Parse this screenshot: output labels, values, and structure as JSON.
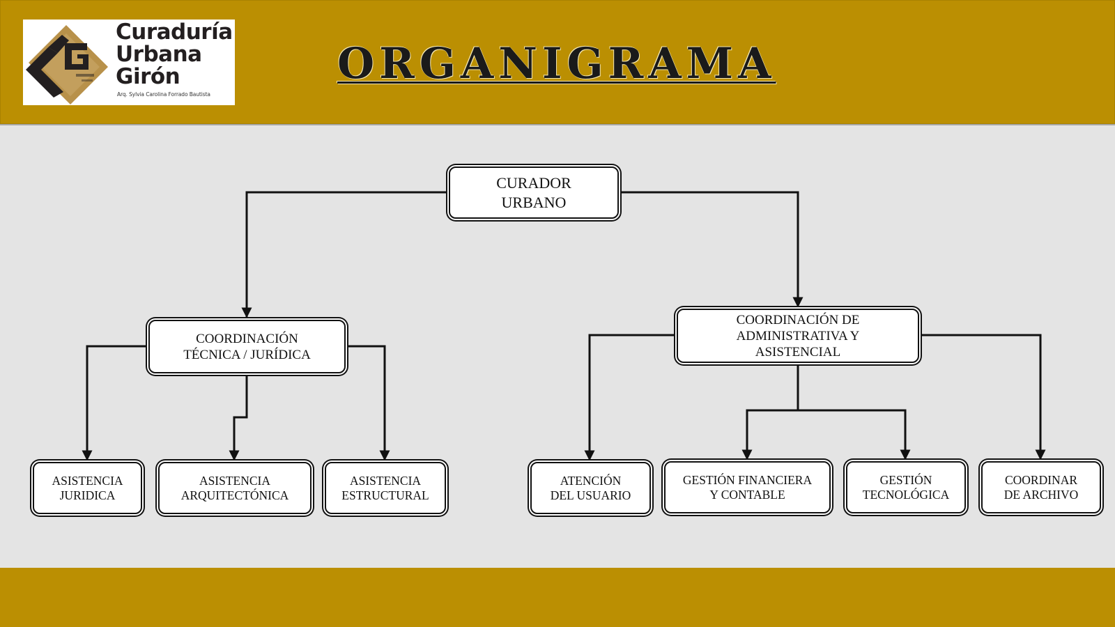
{
  "header": {
    "logo": {
      "lines": [
        "Curaduría",
        "Urbana",
        "Girón"
      ],
      "subtitle": "Arq. Sylvia Carolina Forrado Bautista",
      "colors": {
        "gold": "#b8914a",
        "dark": "#231f20"
      }
    },
    "title": "ORGANIGRAMA"
  },
  "colors": {
    "band": "#bb8f02",
    "background": "#e4e4e4",
    "box_fill": "#ffffff",
    "line": "#111111"
  },
  "diagram": {
    "root": "CURADOR\nURBANO",
    "left_branch": {
      "label": "COORDINACIÓN\nTÉCNICA / JURÍDICA",
      "children": [
        "ASISTENCIA\nJURIDICA",
        "ASISTENCIA\nARQUITECTÓNICA",
        "ASISTENCIA\nESTRUCTURAL"
      ]
    },
    "right_branch": {
      "label": "COORDINACIÓN DE\nADMINISTRATIVA Y\nASISTENCIAL",
      "children": [
        "ATENCIÓN\nDEL USUARIO",
        "GESTIÓN FINANCIERA\nY CONTABLE",
        "GESTIÓN\nTECNOLÓGICA",
        "COORDINAR\nDE ARCHIVO"
      ]
    }
  }
}
